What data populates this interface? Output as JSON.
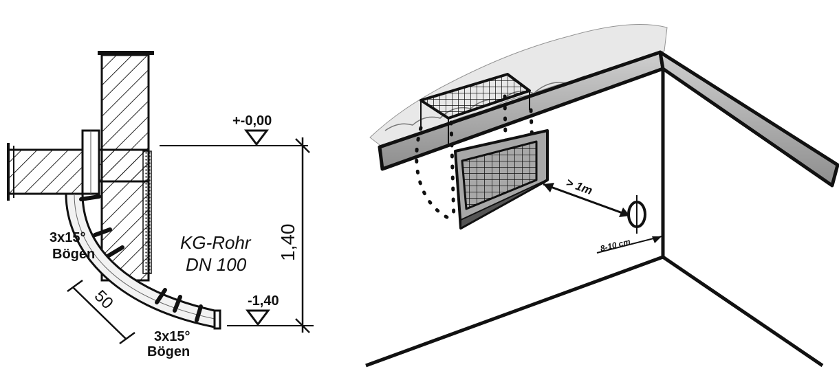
{
  "section": {
    "level_top": "+-0,00",
    "level_bottom": "-1,40",
    "height_dim": "1,40",
    "offset_dim": "50",
    "bend_upper_line1": "3x15°",
    "bend_upper_line2": "Bögen",
    "bend_lower_line1": "3x15°",
    "bend_lower_line2": "Bögen",
    "pipe_line1": "KG-Rohr",
    "pipe_line2": "DN 100"
  },
  "perspective": {
    "distance_label": "> 1m",
    "wall_offset_label": "8-10 cm"
  },
  "colors": {
    "ink": "#111111",
    "hatch": "#222222",
    "shade": "#9a9a9a",
    "paper": "#ffffff"
  }
}
